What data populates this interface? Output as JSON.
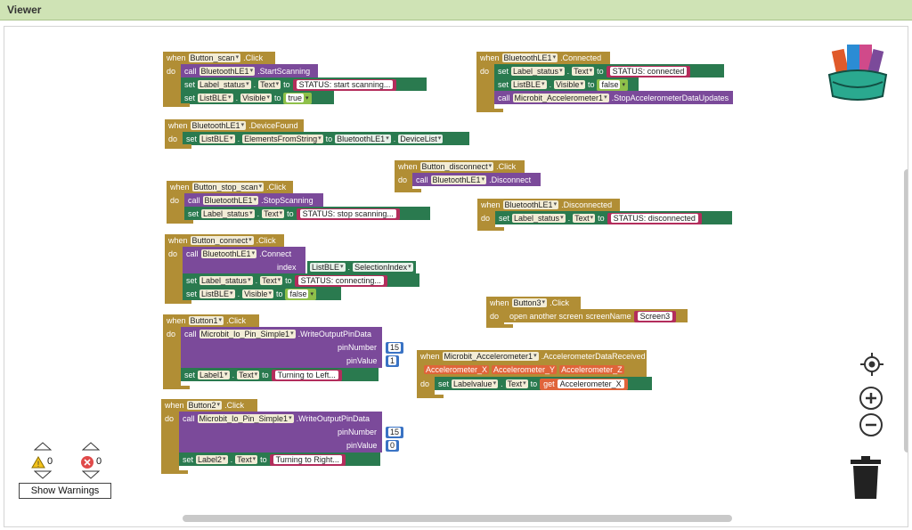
{
  "window": {
    "title": "Viewer"
  },
  "blocks": {
    "scan": {
      "when": "when",
      "component": "Button_scan",
      "event": ".Click",
      "do": "do",
      "call": "call",
      "call_component": "BluetoothLE1",
      "call_method": ".StartScanning",
      "set1": "set",
      "set1_component": "Label_status",
      "set1_prop": "Text",
      "to1": "to",
      "set1_value": "STATUS: start scanning...",
      "set2": "set",
      "set2_component": "ListBLE",
      "set2_prop": "Visible",
      "to2": "to",
      "set2_value": "true"
    },
    "device_found": {
      "when": "when",
      "component": "BluetoothLE1",
      "event": ".DeviceFound",
      "do": "do",
      "set": "set",
      "set_component": "ListBLE",
      "set_prop": "ElementsFromString",
      "to": "to",
      "get_component": "BluetoothLE1",
      "get_prop": "DeviceList"
    },
    "stop_scan": {
      "when": "when",
      "component": "Button_stop_scan",
      "event": ".Click",
      "do": "do",
      "call": "call",
      "call_component": "BluetoothLE1",
      "call_method": ".StopScanning",
      "set": "set",
      "set_component": "Label_status",
      "set_prop": "Text",
      "to": "to",
      "set_value": "STATUS: stop scanning..."
    },
    "connect": {
      "when": "when",
      "component": "Button_connect",
      "event": ".Click",
      "do": "do",
      "call": "call",
      "call_component": "BluetoothLE1",
      "call_method": ".Connect",
      "index": "index",
      "index_component": "ListBLE",
      "index_prop": "SelectionIndex",
      "set1": "set",
      "set1_component": "Label_status",
      "set1_prop": "Text",
      "to1": "to",
      "set1_value": "STATUS: connecting...",
      "set2": "set",
      "set2_component": "ListBLE",
      "set2_prop": "Visible",
      "to2": "to",
      "set2_value": "false"
    },
    "button1": {
      "when": "when",
      "component": "Button1",
      "event": ".Click",
      "do": "do",
      "call": "call",
      "call_component": "Microbit_Io_Pin_Simple1",
      "call_method": ".WriteOutputPinData",
      "pin_number_label": "pinNumber",
      "pin_number": "15",
      "pin_value_label": "pinValue",
      "pin_value": "1",
      "set": "set",
      "set_component": "Label1",
      "set_prop": "Text",
      "to": "to",
      "set_value": "Turning to Left..."
    },
    "button2": {
      "when": "when",
      "component": "Button2",
      "event": ".Click",
      "do": "do",
      "call": "call",
      "call_component": "Microbit_Io_Pin_Simple1",
      "call_method": ".WriteOutputPinData",
      "pin_number_label": "pinNumber",
      "pin_number": "15",
      "pin_value_label": "pinValue",
      "pin_value": "0",
      "set": "set",
      "set_component": "Label2",
      "set_prop": "Text",
      "to": "to",
      "set_value": "Turning to Right..."
    },
    "connected": {
      "when": "when",
      "component": "BluetoothLE1",
      "event": ".Connected",
      "do": "do",
      "set1": "set",
      "set1_component": "Label_status",
      "set1_prop": "Text",
      "to1": "to",
      "set1_value": "STATUS: connected",
      "set2": "set",
      "set2_component": "ListBLE",
      "set2_prop": "Visible",
      "to2": "to",
      "set2_value": "false",
      "call": "call",
      "call_component": "Microbit_Accelerometer1",
      "call_method": ".StopAccelerometerDataUpdates"
    },
    "disconnect_btn": {
      "when": "when",
      "component": "Button_disconnect",
      "event": ".Click",
      "do": "do",
      "call": "call",
      "call_component": "BluetoothLE1",
      "call_method": ".Disconnect"
    },
    "disconnected": {
      "when": "when",
      "component": "BluetoothLE1",
      "event": ".Disconnected",
      "do": "do",
      "set": "set",
      "set_component": "Label_status",
      "set_prop": "Text",
      "to": "to",
      "set_value": "STATUS: disconnected"
    },
    "button3": {
      "when": "when",
      "component": "Button3",
      "event": ".Click",
      "do": "do",
      "action": "open another screen",
      "screen_name_label": "screenName",
      "screen_name": "Screen3"
    },
    "accel": {
      "when": "when",
      "component": "Microbit_Accelerometer1",
      "event": ".AccelerometerDataReceived",
      "do": "do",
      "param_x": "Accelerometer_X",
      "param_y": "Accelerometer_Y",
      "param_z": "Accelerometer_Z",
      "set": "set",
      "set_component": "Labelvalue",
      "set_prop": "Text",
      "to": "to",
      "get": "get",
      "get_value": "Accelerometer_X"
    }
  },
  "warnings": {
    "warning_count": "0",
    "error_count": "0",
    "show_label": "Show Warnings"
  },
  "icons": {
    "backpack": "backpack-icon",
    "target": "target-icon",
    "zoom_in": "zoom-in-icon",
    "zoom_out": "zoom-out-icon",
    "trash": "trash-icon"
  },
  "colors": {
    "event": "#b18e35",
    "set": "#2a7a4f",
    "call": "#7b4a9a",
    "text": "#b32d5c",
    "logic": "#8ec04a",
    "number": "#3a73c4",
    "get": "#e0643a"
  }
}
